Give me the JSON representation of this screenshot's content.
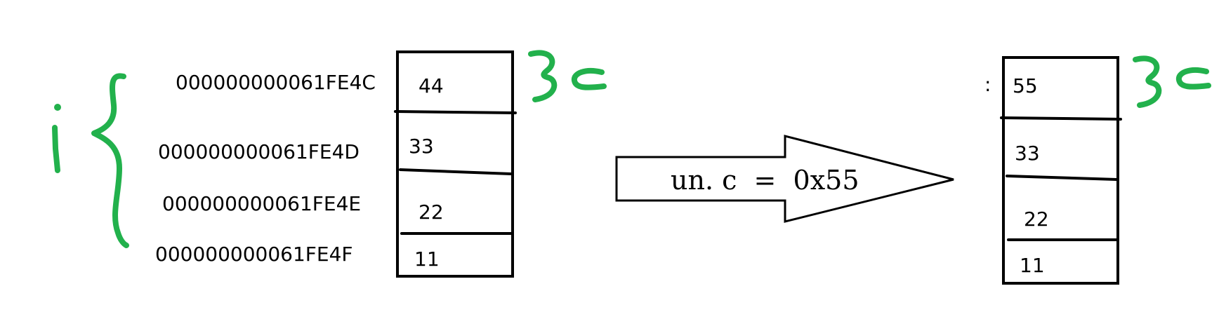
{
  "left_memory": {
    "addresses": [
      "000000000061FE4C",
      "000000000061FE4D",
      "000000000061FE4E",
      "000000000061FE4F"
    ],
    "cells": [
      "44",
      "33",
      "22",
      "11"
    ]
  },
  "right_memory": {
    "cells": [
      "55",
      "33",
      "22",
      "11"
    ]
  },
  "operation": {
    "label": "un. c  =  0x55"
  },
  "colors": {
    "annotation": "#22b14c",
    "ink": "#000000"
  }
}
